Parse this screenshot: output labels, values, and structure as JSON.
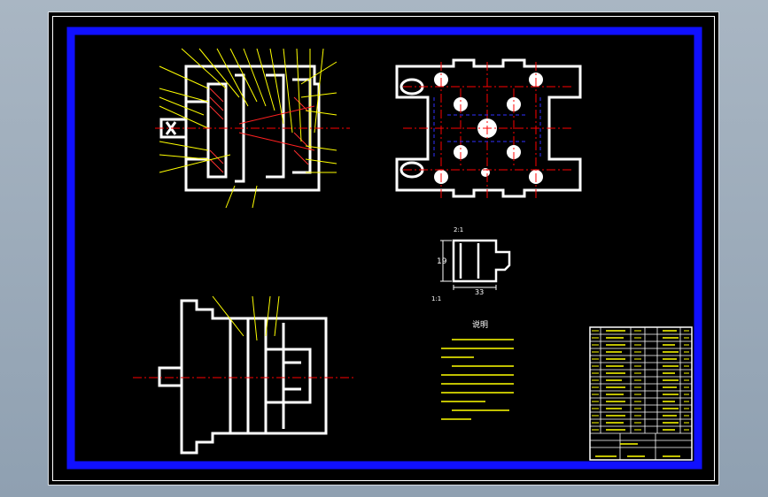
{
  "drawing": {
    "colors": {
      "background": "#000000",
      "border": "#1010ff",
      "outline": "#ffffff",
      "leader": "#ffff00",
      "centerline": "#ff0000",
      "hidden": "#3030ff"
    },
    "section_mark": "2:1",
    "detail_mark": "1:1",
    "dimension_left": "19",
    "dimension_bottom": "33",
    "notes_title": "说明"
  }
}
